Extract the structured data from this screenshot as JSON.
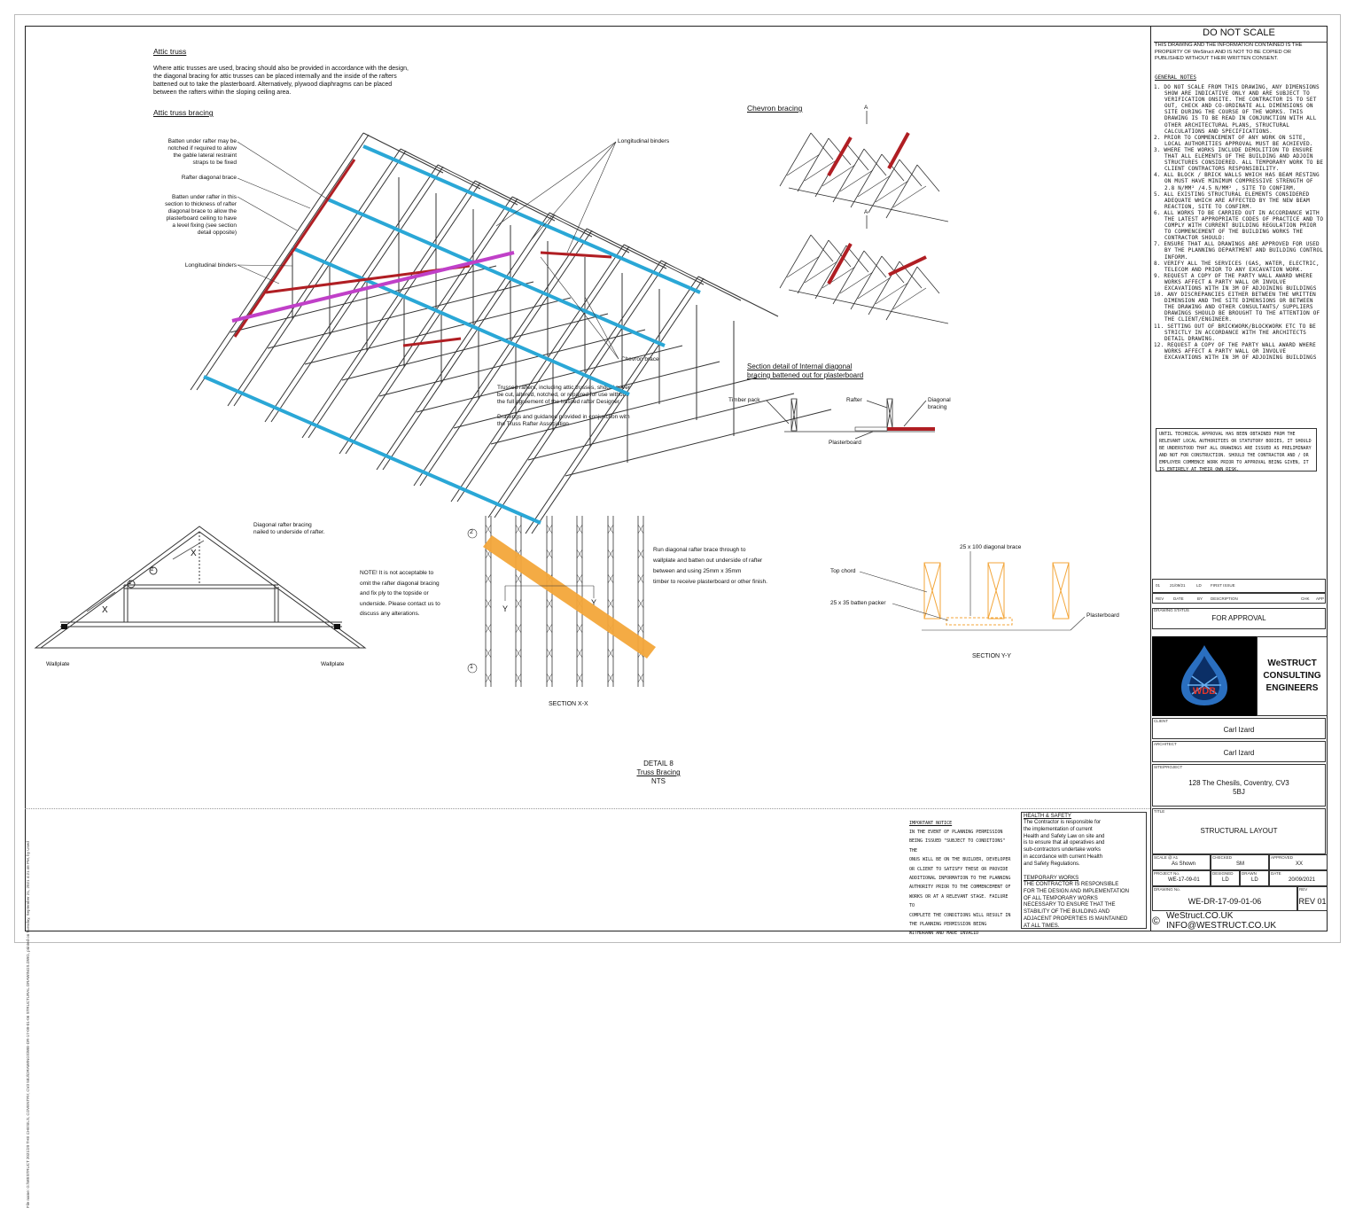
{
  "side_text": "File name: G:\\WESTRUCT 2021\\20 THE CHESILS, COVENTRY, CV3 5BJ\\DRAWINGS\\WE-DR-17-09-01-06 STRUCTURAL DRAWINGS.DWG, printed on Tuesday, September 21, 2021 4:21:46 PM, by Used",
  "attic": {
    "title": "Attic truss",
    "body": "Where attic trusses are used, bracing should also be provided in accordance with the design,\nthe diagonal bracing for attic trusses can be placed internally and the inside of the rafters\nbattened out to take the plasterboard. Alternatively, plywood diaphragms can be placed\nbetween the rafters within the sloping ceiling area.",
    "bracing_title": "Attic truss bracing",
    "label_batten": "Batten under rafter may be\nnotched if required to allow\nthe gable lateral restraint\nstraps to be fixed",
    "label_rafter_brace": "Rafter diagonal brace",
    "label_batten2": "Batten under rafter in this\nsection to thickness of rafter\ndiagonal brace to allow the\nplasterboard ceiling to have\na level fixing (see section\ndetail opposite)",
    "label_long1": "Longitudinal binders",
    "label_long2": "Longitudinal binders",
    "label_chevron": "Chevron brace",
    "note1": "Trussed rafters, including attic trusses, should never\nbe cut, altered, notched, or repaired for use without\nthe full agreement of the trussed rafter Designer",
    "note2": "Drawings and guidance provided in conjunction with\nthe Truss Rafter Association"
  },
  "chevron": {
    "title": "Chevron bracing",
    "a1": "A",
    "a2": "A"
  },
  "section_detail": {
    "title": "Section detail of Internal diagonal\nbracing battened out for plasterboard",
    "timber_pack": "Timber pack",
    "rafter": "Rafter",
    "diagonal": "Diagonal\nbracing",
    "plasterboard": "Plasterboard"
  },
  "truss": {
    "label_diag": "Diagonal rafter bracing\nnailed to underside of rafter.",
    "wallplate_l": "Wallplate",
    "wallplate_r": "Wallplate",
    "x1": "X",
    "x2": "X",
    "c1": "1",
    "c2": "2",
    "note": "NOTE! It is not acceptable to\nomit the rafter diagonal bracing\nand fix ply to the topside or\nunderside. Please contact us to\ndiscuss any alterations."
  },
  "section_xx": {
    "title": "SECTION X-X",
    "text": "Run diagonal rafter brace through to\nwallplate and batten out underside of rafter\nbetween and using 25mm x 35mm\ntimber to receive plasterboard or other finish.",
    "y1": "Y",
    "y2": "Y",
    "c1": "1",
    "c2": "2"
  },
  "section_yy": {
    "title": "SECTION Y-Y",
    "brace": "25 x 100 diagonal brace",
    "top_chord": "Top chord",
    "packer": "25 x 35 batten packer",
    "plasterboard": "Plasterboard"
  },
  "detail": {
    "line1": "DETAIL 8",
    "line2": "Truss Bracing",
    "line3": "NTS"
  },
  "important": {
    "title": "IMPORTANT NOTICE",
    "body": "IN THE EVENT OF PLANNING PERMISSION\nBEING ISSUED \"SUBJECT TO CONDITIONS\" THE\nONUS WILL BE ON THE BUILDER, DEVELOPER\nOR CLIENT TO SATISFY THESE OR PROVIDE\nADDITIONAL INFORMATION TO THE PLANNING\nAUTHORITY PRIOR TO THE COMMENCEMENT OF\nWORKS OR AT A RELEVANT STAGE. FAILURE TO\nCOMPLETE THE CONDITIONS WILL RESULT IN\nTHE PLANNING PERMISSION BEING\nWITHDRAWN AND MADE INVALID"
  },
  "health": {
    "title": "HEALTH & SAFETY",
    "body": "The Contractor is responsible for\nthe implementation of current\nHealth and Safety Law on site and\nis to ensure that all operatives and\nsub-contractors undertake works\nin accordance with current Health\nand Safety Regulations.",
    "temp_title": "TEMPORARY WORKS",
    "temp_body": "THE CONTRACTOR IS RESPONSIBLE\nFOR THE DESIGN AND IMPLEMENTATION\nOF ALL TEMPORARY WORKS\nNECESSARY TO ENSURE THAT THE\nSTABILITY OF THE BUILDING AND\nADJACENT PROPERTIES IS MAINTAINED\nAT ALL TIMES."
  },
  "title_block": {
    "do_not_scale": "DO NOT SCALE",
    "property": "THIS DRAWING AND THE INFORMATION CONTAINED IS THE\nPROPERTY OF WeStruct AND IS NOT TO BE COPIED OR\nPUBLISHED WITHOUT THEIR WRITTEN CONSENT.",
    "general_notes": "GENERAL NOTES",
    "notes": [
      "1. DO NOT SCALE FROM THIS DRAWING, ANY DIMENSIONS SHOW ARE INDICATIVE ONLY AND ARE SUBJECT TO VERIFICATION ONSITE. THE CONTRACTOR IS TO SET OUT, CHECK AND CO-ORDINATE ALL DIMENSIONS ON SITE DURING THE COURSE OF THE WORKS. THIS DRAWING IS TO BE READ IN CONJUNCTION WITH ALL OTHER ARCHITECTURAL PLANS, STRUCTURAL CALCULATIONS AND SPECIFICATIONS.",
      "2. PRIOR TO COMMENCEMENT OF ANY WORK ON SITE, LOCAL AUTHORITIES APPROVAL MUST BE ACHIEVED.",
      "3. WHERE THE WORKS INCLUDE DEMOLITION TO ENSURE THAT ALL ELEMENTS OF THE BUILDING AND ADJOIN STRUCTURES CONSIDERED. ALL TEMPORARY WORK TO BE CLIENT CONTRACTORS RESPONSIBILITY.",
      "4. ALL BLOCK / BRICK WALLS WHICH HAS BEAM RESTING ON MUST HAVE MINIMUM COMPRESSIVE STRENGTH OF 2.8 N/MM² /4.5 N/MM² , SITE TO CONFIRM.",
      "5. ALL EXISTING STRUCTURAL ELEMENTS CONSIDERED ADEQUATE WHICH ARE AFFECTED BY THE NEW BEAM REACTION, SITE TO CONFIRM.",
      "6. ALL WORKS TO BE CARRIED OUT IN ACCORDANCE WITH THE LATEST APPROPRIATE CODES OF PRACTICE AND TO COMPLY WITH CURRENT BUILDING REGULATION PRIOR TO COMMENCEMENT OF THE BUILDING WORKS THE CONTRACTOR SHOULD:",
      "7. ENSURE THAT ALL DRAWINGS ARE APPROVED FOR USED BY THE PLANNING DEPARTMENT AND BUILDING CONTROL INFORM.",
      "8. VERIFY ALL THE SERVICES (GAS, WATER, ELECTRIC, TELECOM AND PRIOR TO ANY EXCAVATION WORK.",
      "9. REQUEST A COPY OF THE PARTY WALL AWARD WHERE WORKS AFFECT A PARTY WALL OR INVOLVE EXCAVATIONS WITH IN 3M OF ADJOINING BUILDINGS",
      "10. ANY DISCREPANCIES EITHER BETWEEN THE WRITTEN DIMENSION AND THE SITE DIMENSIONS OR BETWEEN THE DRAWING AND OTHER CONSULTANTS/ SUPPLIERS DRAWINGS SHOULD BE BROUGHT TO THE ATTENTION OF THE CLIENT/ENGINEER.",
      "11. SETTING OUT OF BRICKWORK/BLOCKWORK ETC TO BE STRICTLY IN ACCORDANCE WITH THE ARCHITECTS DETAIL DRAWING.",
      "12. REQUEST A COPY OF THE PARTY WALL AWARD WHERE WORKS AFFECT A PARTY WALL OR INVOLVE EXCAVATIONS WITH IN 3M OF ADJOINING BUILDINGS"
    ],
    "approval_note": "UNTIL TECHNICAL APPROVAL HAS BEEN OBTAINED FROM THE RELEVANT LOCAL AUTHORITIES OR STATUTORY BODIES, IT SHOULD BE UNDERSTOOD THAT ALL DRAWINGS ARE ISSUED AS PRELIMINARY AND NOT FOR CONSTRUCTION. SHOULD THE CONTRACTOR AND / OR EMPLOYER COMMENCE WORK PRIOR TO APPROVAL BEING GIVEN, IT IS ENTIRELY AT THEIR OWN RISK.",
    "rev_row": {
      "rev": "01",
      "date": "21/09/21",
      "by": "LD",
      "desc": "FIRST ISSUE"
    },
    "rev_headers": {
      "rev": "REV",
      "date": "DATE",
      "by": "BY",
      "desc": "DESCRIPTION",
      "chk": "CHK",
      "app": "APP"
    },
    "status_label": "DRAWING STATUS",
    "status": "FOR APPROVAL",
    "company": "WeSTRUCT\nCONSULTING\nENGINEERS",
    "logo_text": "WDB",
    "client_label": "CLIENT",
    "client": "Carl Izard",
    "architect_label": "ARCHITECT",
    "architect": "Carl Izard",
    "project_label": "SITE/PROJECT",
    "project": "128 The Chesils, Coventry, CV3\n5BJ",
    "title_label": "TITLE",
    "title": "STRUCTURAL LAYOUT",
    "scale_label": "SCALE @ A1",
    "scale": "As Shown",
    "checked_label": "CHECKED",
    "checked": "SM",
    "approved_label": "APPROVED",
    "approved": "XX",
    "project_no_label": "PROJECT No.",
    "project_no": "WE-17-09-01",
    "designed_label": "DESIGNED",
    "designed": "LD",
    "drawn_label": "DRAWN",
    "drawn": "LD",
    "date_label": "DATE",
    "date": "20/09/2021",
    "drawing_no_label": "DRAWING No.",
    "drawing_no": "WE-DR-17-09-01-06",
    "rev_label": "REV",
    "rev": "REV 01",
    "website": "WeStruct.CO.UK",
    "email": "INFO@WESTRUCT.CO.UK",
    "copyright": "©"
  },
  "colors": {
    "blue": "#2aa7d6",
    "red": "#b01e23",
    "magenta": "#c040c8",
    "orange": "#f3a63a"
  }
}
